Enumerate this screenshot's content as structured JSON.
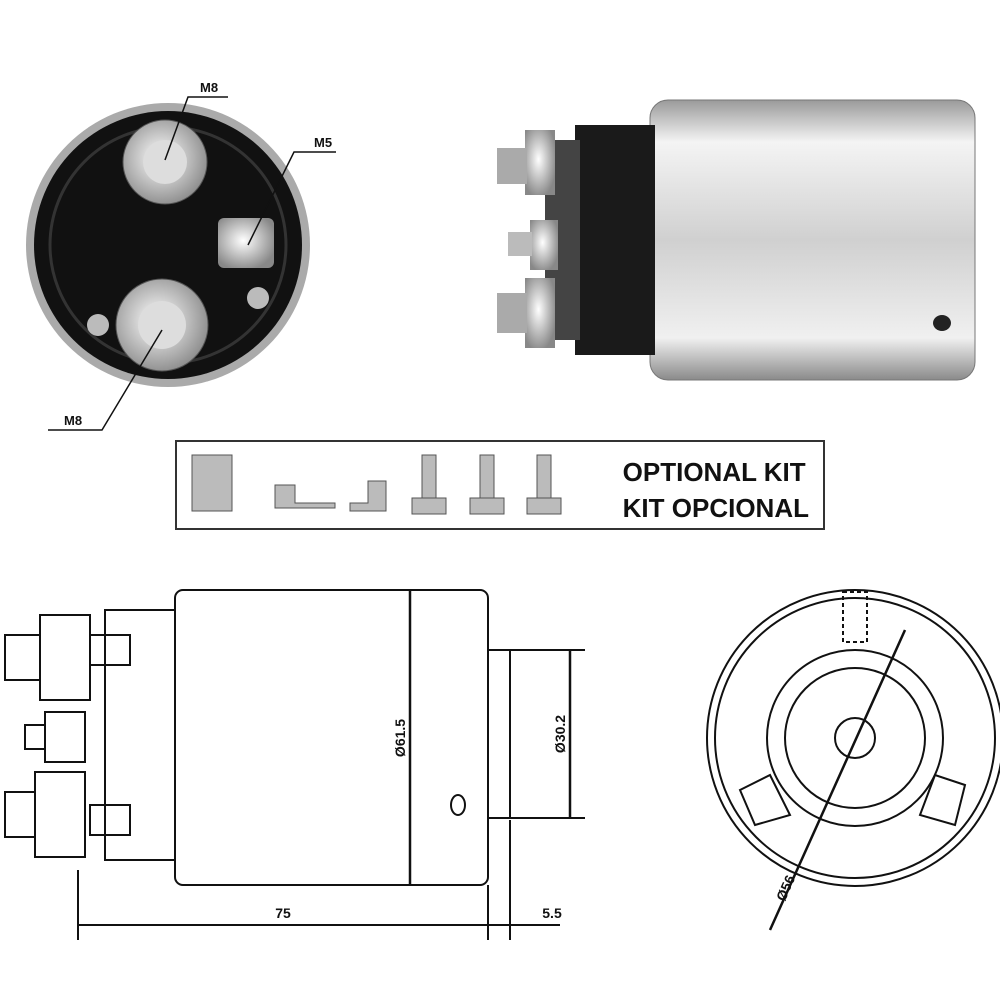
{
  "front_view": {
    "terminal_labels": [
      "M8",
      "M5",
      "M8"
    ]
  },
  "optional_kit": {
    "line1": "OPTIONAL KIT",
    "line2": "KIT OPCIONAL"
  },
  "dimensions": {
    "body_diameter": "Ø61.5",
    "nose_diameter": "Ø30.2",
    "length": "75",
    "nose_length": "5.5",
    "flange_diameter": "Ø56"
  }
}
